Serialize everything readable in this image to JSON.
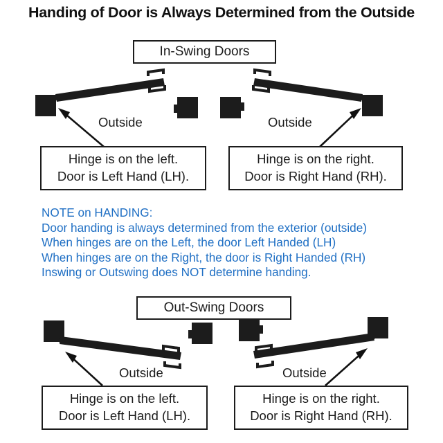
{
  "title": "Handing of Door is Always Determined from the Outside",
  "sections": [
    {
      "key": "in_swing",
      "title": "In-Swing Doors",
      "doors": [
        {
          "side": "left",
          "outside_label": "Outside",
          "callout": {
            "line1": "Hinge is on the left.",
            "line2": "Door is Left Hand (LH)."
          }
        },
        {
          "side": "right",
          "outside_label": "Outside",
          "callout": {
            "line1": "Hinge is on the right.",
            "line2": "Door is Right Hand (RH)."
          }
        }
      ]
    },
    {
      "key": "out_swing",
      "title": "Out-Swing Doors",
      "doors": [
        {
          "side": "left",
          "outside_label": "Outside",
          "callout": {
            "line1": "Hinge is on the left.",
            "line2": "Door is Left Hand (LH)."
          }
        },
        {
          "side": "right",
          "outside_label": "Outside",
          "callout": {
            "line1": "Hinge is on the right.",
            "line2": "Door is Right Hand (RH)."
          }
        }
      ]
    }
  ],
  "note": {
    "heading": "NOTE on HANDING:",
    "line1": "Door handing is always determined from the exterior (outside)",
    "line2": "When hinges are on the Left, the door Left Handed (LH)",
    "line3": "When hinges are on the Right, the door is Right Handed (RH)",
    "line4": "Inswing or Outswing does NOT determine handing."
  },
  "colors": {
    "note_blue": "#1f6fc4",
    "ink": "#1b1b1b",
    "door_fill": "#1c1c1c",
    "background": "#ffffff"
  }
}
